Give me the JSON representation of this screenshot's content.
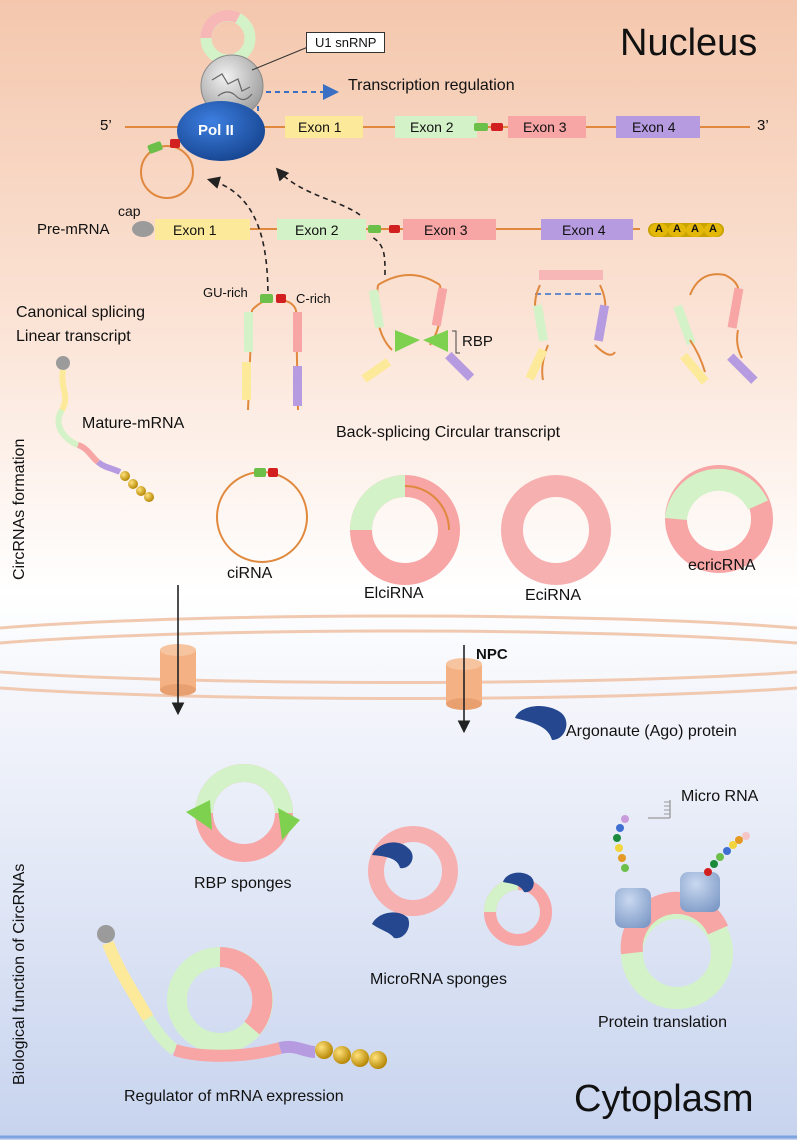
{
  "regions": {
    "nucleus": "Nucleus",
    "cytoplasm": "Cytoplasm"
  },
  "labels": {
    "u1": "U1 snRNP",
    "transcription_regulation": "Transcription regulation",
    "pol2": "Pol II",
    "five_prime": "5’",
    "three_prime": "3’",
    "pre_mrna": "Pre-mRNA",
    "cap": "cap",
    "gu_rich": "GU-rich",
    "c_rich": "C-rich",
    "rbp": "RBP",
    "canonical_line1": "Canonical splicing",
    "canonical_line2": "Linear transcript",
    "mature_mrna": "Mature-mRNA",
    "back_splicing": "Back-splicing Circular transcript",
    "formation_side": "CircRNAs formation",
    "function_side": "Biological function of CircRNAs",
    "npc": "NPC",
    "ago": "Argonaute (Ago) protein",
    "micro_rna": "Micro RNA",
    "rbp_sponges": "RBP sponges",
    "microrna_sponges": "MicroRNA sponges",
    "protein_translation": "Protein translation",
    "regulator": "Regulator of mRNA expression",
    "poly_a": "A"
  },
  "gene_exons": [
    "Exon 1",
    "Exon 2",
    "Exon 3",
    "Exon 4"
  ],
  "premrna_exons": [
    "Exon 1",
    "Exon 2",
    "Exon 3",
    "Exon 4"
  ],
  "circ_types": [
    "ciRNA",
    "ElciRNA",
    "EciRNA",
    "ecricRNA"
  ],
  "colors": {
    "nucleus_bg_top": "#f4c7ad",
    "cytoplasm_bg_bottom": "#c7d3ee",
    "exon1": "#fde99a",
    "exon2": "#d3f2c8",
    "exon3": "#f7a5a5",
    "exon4": "#b69be0",
    "intron": "#e0893e",
    "pol2": "#1f5bb5",
    "npc": "#f4b184",
    "ago": "#24478f",
    "poly_a": "#d9a514",
    "arrow_blue": "#3a6fc4"
  }
}
